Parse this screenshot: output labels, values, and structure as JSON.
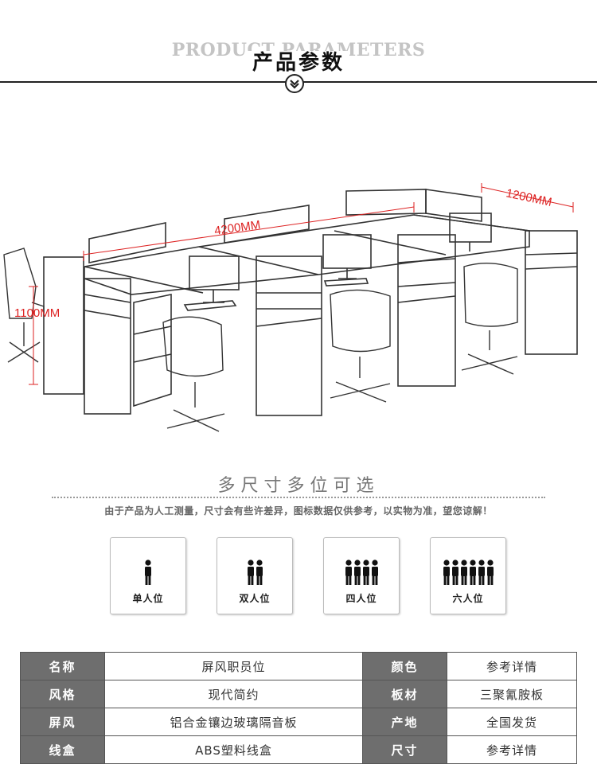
{
  "header": {
    "title_en": "PRODUCT PARAMETERS",
    "title_cn": "产品参数",
    "arrow_icon": "chevron-down-circle-icon"
  },
  "illustration": {
    "dim_width": "4200MM",
    "dim_depth": "1200MM",
    "dim_height": "1100MM",
    "accent_color": "#d22222"
  },
  "sizes": {
    "title": "多尺寸多位可选",
    "note": "由于产品为人工测量，尺寸会有些许差异，图标数据仅供参考，以实物为准，望您谅解！",
    "options": [
      {
        "label": "单人位",
        "count": 1
      },
      {
        "label": "双人位",
        "count": 2
      },
      {
        "label": "四人位",
        "count": 4
      },
      {
        "label": "六人位",
        "count": 6
      }
    ]
  },
  "params": {
    "rows": [
      {
        "k1": "名称",
        "v1": "屏风职员位",
        "k2": "颜色",
        "v2": "参考详情"
      },
      {
        "k1": "风格",
        "v1": "现代简约",
        "k2": "板材",
        "v2": "三聚氰胺板"
      },
      {
        "k1": "屏风",
        "v1": "铝合金镶边玻璃隔音板",
        "k2": "产地",
        "v2": "全国发货"
      },
      {
        "k1": "线盒",
        "v1": "ABS塑料线盒",
        "k2": "尺寸",
        "v2": "参考详情"
      }
    ]
  }
}
